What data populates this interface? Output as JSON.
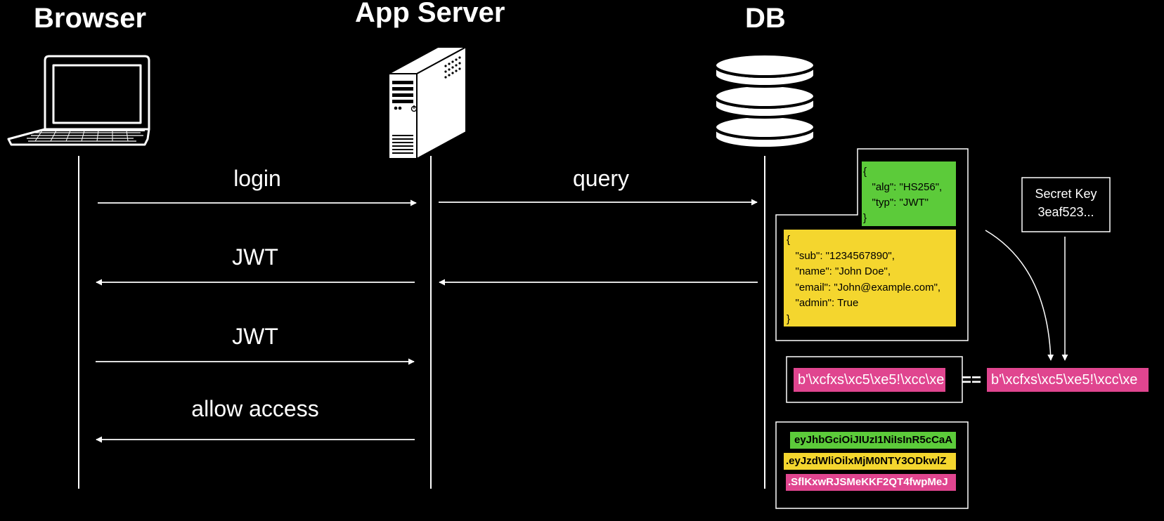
{
  "actors": {
    "browser": "Browser",
    "app_server": "App Server",
    "db": "DB"
  },
  "messages": {
    "login": "login",
    "query": "query",
    "jwt_response": "JWT",
    "jwt_request": "JWT",
    "allow_access": "allow access"
  },
  "jwt": {
    "header_text": "{\n   \"alg\": \"HS256\",\n   \"typ\": \"JWT\"\n}",
    "payload_text": "{\n   \"sub\": \"1234567890\",\n   \"name\": \"John Doe\",\n   \"email\": \"John@example.com\",\n   \"admin\": True\n}",
    "signature_left": "b'\\xcfxs\\xc5\\xe5!\\xcc\\xe",
    "equals": "==",
    "signature_right": "b'\\xcfxs\\xc5\\xe5!\\xcc\\xe",
    "secret_key_label": "Secret Key",
    "secret_key_value": "3eaf523...",
    "token_header": "eyJhbGciOiJIUzI1NiIsInR5cCaA",
    "token_payload": ".eyJzdWliOilxMjM0NTY3ODkwlZ",
    "token_signature": ".SflKxwRJSMeKKF2QT4fwpMeJ"
  },
  "colors": {
    "background": "#000000",
    "header_green": "#5ccb3a",
    "payload_yellow": "#f4d62e",
    "signature_pink": "#e0458f",
    "line_white": "#ffffff"
  },
  "icons": [
    "laptop-icon",
    "server-tower-icon",
    "database-icon"
  ]
}
